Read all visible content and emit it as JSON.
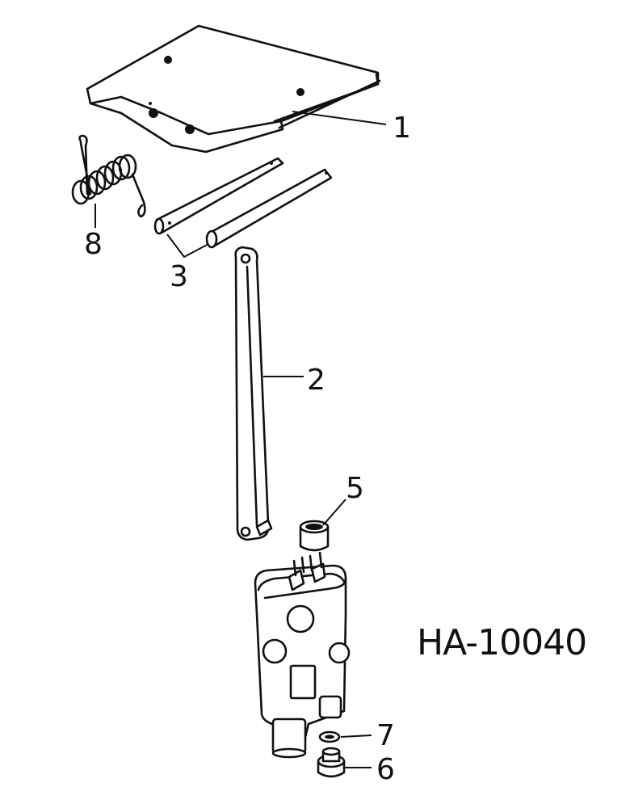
{
  "diagram_code": "HA-10040",
  "callouts": [
    {
      "part": "plate",
      "number": "1"
    },
    {
      "part": "link-bar",
      "number": "2"
    },
    {
      "part": "pins",
      "number": "3"
    },
    {
      "part": "bushing",
      "number": "5"
    },
    {
      "part": "plug",
      "number": "6"
    },
    {
      "part": "washer",
      "number": "7"
    },
    {
      "part": "spring",
      "number": "8"
    }
  ]
}
